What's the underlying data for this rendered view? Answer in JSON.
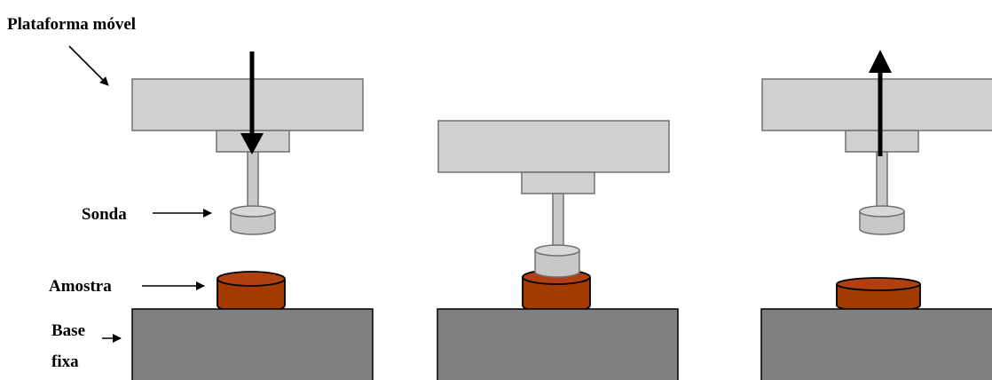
{
  "labels": {
    "platform": "Plataforma móvel",
    "probe": "Sonda",
    "sample": "Amostra",
    "base_line1": "Base",
    "base_line2": "fixa"
  },
  "colors": {
    "platform_fill": "#d0d0d0",
    "platform_stroke": "#707070",
    "probe_fill": "#c8c8c8",
    "base_fill": "#7f7f7f",
    "sample_fill": "#a33a00",
    "sample_top": "#b04010",
    "arrow": "#000000"
  },
  "stages": [
    {
      "name": "approach",
      "arrow_direction": "down"
    },
    {
      "name": "contact",
      "arrow_direction": "none"
    },
    {
      "name": "retract",
      "arrow_direction": "up"
    }
  ]
}
